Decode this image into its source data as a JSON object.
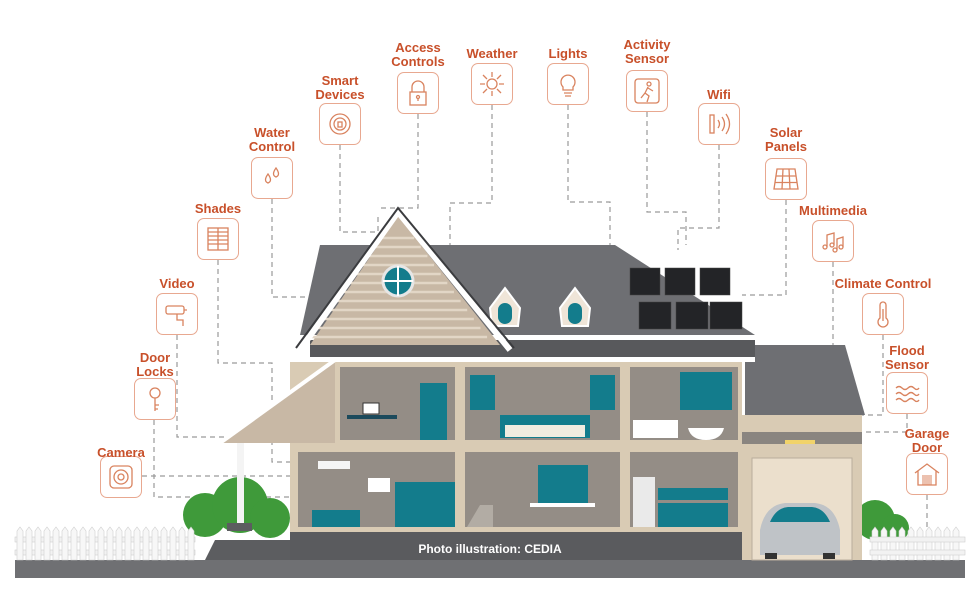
{
  "features": [
    {
      "id": "camera",
      "label": "Camera",
      "icon": "camera-icon"
    },
    {
      "id": "door-locks",
      "label": "Door\nLocks",
      "icon": "key-icon"
    },
    {
      "id": "video",
      "label": "Video",
      "icon": "security-camera-icon"
    },
    {
      "id": "shades",
      "label": "Shades",
      "icon": "window-shade-icon"
    },
    {
      "id": "water-control",
      "label": "Water\nControl",
      "icon": "water-drops-icon"
    },
    {
      "id": "smart-devices",
      "label": "Smart\nDevices",
      "icon": "thermostat-dial-icon"
    },
    {
      "id": "access-controls",
      "label": "Access\nControls",
      "icon": "padlock-icon"
    },
    {
      "id": "weather",
      "label": "Weather",
      "icon": "sun-icon"
    },
    {
      "id": "lights",
      "label": "Lights",
      "icon": "light-bulb-icon"
    },
    {
      "id": "activity-sensor",
      "label": "Activity\nSensor",
      "icon": "running-person-icon"
    },
    {
      "id": "wifi",
      "label": "Wifi",
      "icon": "wifi-icon"
    },
    {
      "id": "solar-panels",
      "label": "Solar\nPanels",
      "icon": "solar-panel-icon"
    },
    {
      "id": "multimedia",
      "label": "Multimedia",
      "icon": "music-notes-icon"
    },
    {
      "id": "climate-control",
      "label": "Climate Control",
      "icon": "thermometer-icon"
    },
    {
      "id": "flood-sensor",
      "label": "Flood\nSensor",
      "icon": "water-waves-icon"
    },
    {
      "id": "garage-door",
      "label": "Garage\nDoor",
      "icon": "garage-icon"
    }
  ],
  "caption": "Photo illustration: CEDIA",
  "colors": {
    "label": "#c8502a",
    "icon_stroke": "#e8a890",
    "roof": "#6e6f73",
    "wall": "#d9cbb4",
    "room": "#948d86",
    "teal": "#137c8c",
    "grass": "#3f9a3a"
  }
}
